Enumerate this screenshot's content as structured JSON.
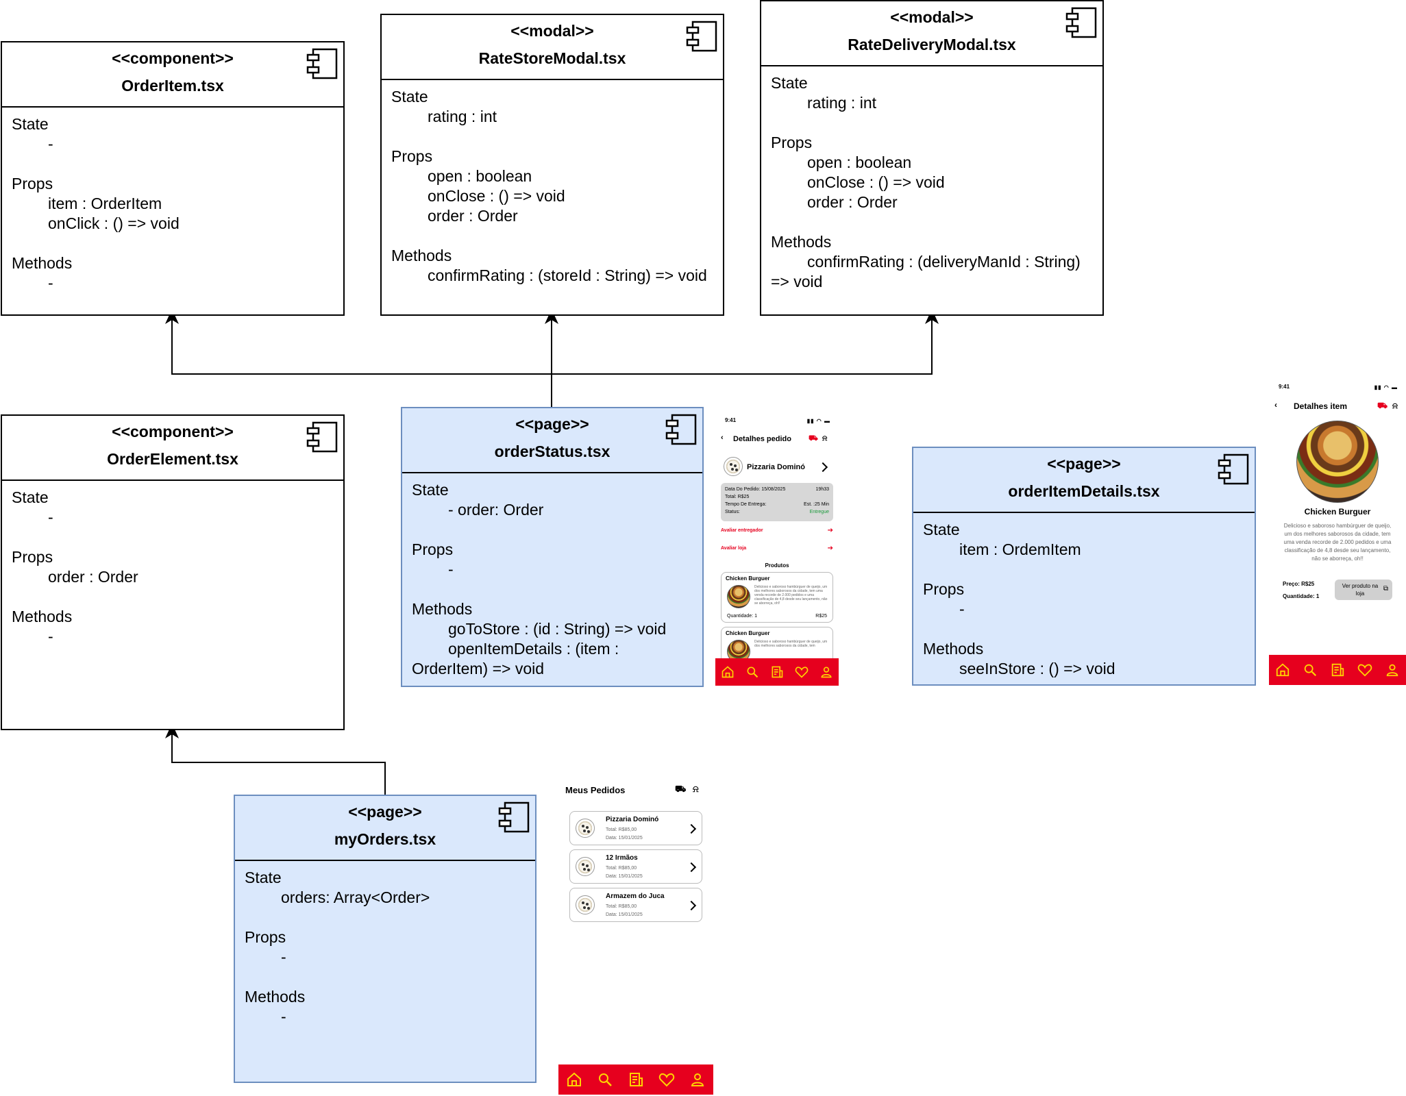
{
  "diagram": {
    "boxes": {
      "order_item": {
        "stereotype": "<<component>>",
        "name": "OrderItem.tsx",
        "state_label": "State",
        "state": [
          "-"
        ],
        "props_label": "Props",
        "props": [
          "item : OrderItem",
          "onClick : () => void"
        ],
        "methods_label": "Methods",
        "methods": [
          "-"
        ]
      },
      "rate_store": {
        "stereotype": "<<modal>>",
        "name": "RateStoreModal.tsx",
        "state_label": "State",
        "state": [
          "rating : int"
        ],
        "props_label": "Props",
        "props": [
          "open : boolean",
          "onClose : () => void",
          "order : Order"
        ],
        "methods_label": "Methods",
        "methods": [
          "confirmRating : (storeId : String) => void"
        ]
      },
      "rate_delivery": {
        "stereotype": "<<modal>>",
        "name": "RateDeliveryModal.tsx",
        "state_label": "State",
        "state": [
          "rating : int"
        ],
        "props_label": "Props",
        "props": [
          "open : boolean",
          "onClose : () => void",
          "order : Order"
        ],
        "methods_label": "Methods",
        "methods_line1": "confirmRating : (deliveryManId : String)",
        "methods_line2": "=> void"
      },
      "order_element": {
        "stereotype": "<<component>>",
        "name": "OrderElement.tsx",
        "state_label": "State",
        "state": [
          "-"
        ],
        "props_label": "Props",
        "props": [
          "order : Order"
        ],
        "methods_label": "Methods",
        "methods": [
          "-"
        ]
      },
      "order_status": {
        "stereotype": "<<page>>",
        "name": "orderStatus.tsx",
        "state_label": "State",
        "state": [
          "- order: Order"
        ],
        "props_label": "Props",
        "props": [
          "-"
        ],
        "methods_label": "Methods",
        "methods_line1": "goToStore : (id : String) => void",
        "methods_line2": "openItemDetails : (item :",
        "methods_line3": "OrderItem) => void"
      },
      "order_item_details": {
        "stereotype": "<<page>>",
        "name": "orderItemDetails.tsx",
        "state_label": "State",
        "state": [
          "item : OrdemItem"
        ],
        "props_label": "Props",
        "props": [
          "-"
        ],
        "methods_label": "Methods",
        "methods": [
          "seeInStore : () => void"
        ]
      },
      "my_orders": {
        "stereotype": "<<page>>",
        "name": "myOrders.tsx",
        "state_label": "State",
        "state": [
          "orders: Array<Order>"
        ],
        "props_label": "Props",
        "props": [
          "-"
        ],
        "methods_label": "Methods",
        "methods": [
          "-"
        ]
      }
    }
  },
  "mockups": {
    "order_status": {
      "time": "9:41",
      "title": "Detalhes pedido",
      "store": "Pizzaria Dominó",
      "date_label": "Data Do Pedido: 15/08/2025",
      "date_time": "19h33",
      "total": "Total: R$25",
      "delivery_time_label": "Tempo De Entrega:",
      "delivery_time": "Est. :25 Min",
      "status_label": "Status:",
      "status_value": "Entregue",
      "rate_delivery": "Avaliar entregador",
      "rate_store": "Avaliar loja",
      "products_title": "Produtos",
      "products": [
        {
          "name": "Chicken Burguer",
          "desc": "Delicioso e saboroso hambúrguer de queijo, um dos melhores saborosos da cidade, tem uma venda recorde de 2.000 pedidos e uma classificação de 4,8 desde seu lançamento, não se aborreça, oh!!",
          "qty": "Quantidade: 1",
          "price": "R$25"
        },
        {
          "name": "Chicken Burguer",
          "desc": "Delicioso e saboroso hambúrguer de queijo, um dos melhores saborosos da cidade, tem"
        }
      ]
    },
    "item_details": {
      "time": "9:41",
      "title": "Detalhes item",
      "product": "Chicken Burguer",
      "desc": "Delicioso e saboroso hambúrguer de queijo, um dos melhores saborosos da cidade, tem uma venda recorde de 2.000 pedidos e uma classificação de 4,8 desde seu lançamento, não se aborreça, oh!!",
      "price": "Preço: R$25",
      "qty": "Quantidade: 1",
      "see_button": "Ver produto na loja"
    },
    "my_orders": {
      "title": "Meus Pedidos",
      "orders": [
        {
          "store": "Pizzaria Dominó",
          "total": "Total: R$85,00",
          "date": "Data: 15/01/2025"
        },
        {
          "store": "12 Irmãos",
          "total": "Total: R$85,00",
          "date": "Data: 15/01/2025"
        },
        {
          "store": "Armazem do Juca",
          "total": "Total: R$85,00",
          "date": "Data: 15/01/2025"
        }
      ]
    },
    "nav_icons": [
      "home-icon",
      "search-icon",
      "orders-icon",
      "heart-icon",
      "user-icon"
    ],
    "colors": {
      "page_fill": "#dae8fc",
      "page_border": "#6c8ebf",
      "nav_bar": "#e6001e",
      "nav_icon": "#ffd400",
      "status_green": "#1a9a3a"
    }
  }
}
